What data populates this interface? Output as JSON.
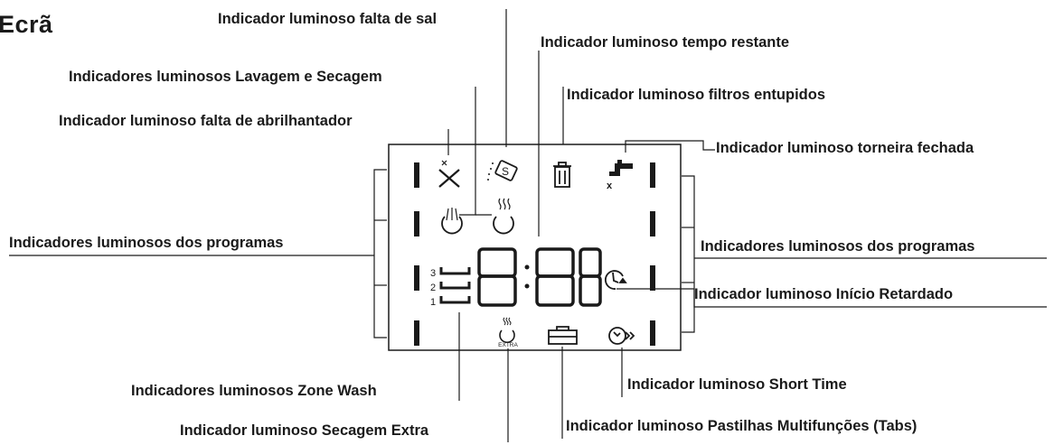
{
  "title": "Ecrã",
  "labels": {
    "salt": "Indicador luminoso falta de sal",
    "remaining_time": "Indicador luminoso tempo restante",
    "wash_dry": "Indicadores luminosos Lavagem e Secagem",
    "filters": "Indicador luminoso filtros entupidos",
    "rinse_aid": "Indicador luminoso falta de abrilhantador",
    "tap_closed": "Indicador luminoso torneira fechada",
    "programs_left": "Indicadores luminosos dos programas",
    "programs_right": "Indicadores luminosos dos programas",
    "delay_start": "Indicador luminoso Início Retardado",
    "zone_wash": "Indicadores luminosos Zone Wash",
    "short_time": "Indicador luminoso Short Time",
    "extra_dry": "Indicador luminoso Secagem Extra",
    "tabs": "Indicador luminoso Pastilhas Multifunções (Tabs)"
  },
  "display": {
    "zone_numbers": [
      "3",
      "2",
      "1"
    ],
    "extra_text": "EXTRA"
  },
  "icons": [
    "rinse-aid-icon",
    "salt-icon",
    "filter-icon",
    "tap-icon",
    "wash-icon",
    "dry-icon",
    "extra-dry-icon",
    "tabs-icon",
    "delay-start-icon",
    "short-time-icon"
  ]
}
